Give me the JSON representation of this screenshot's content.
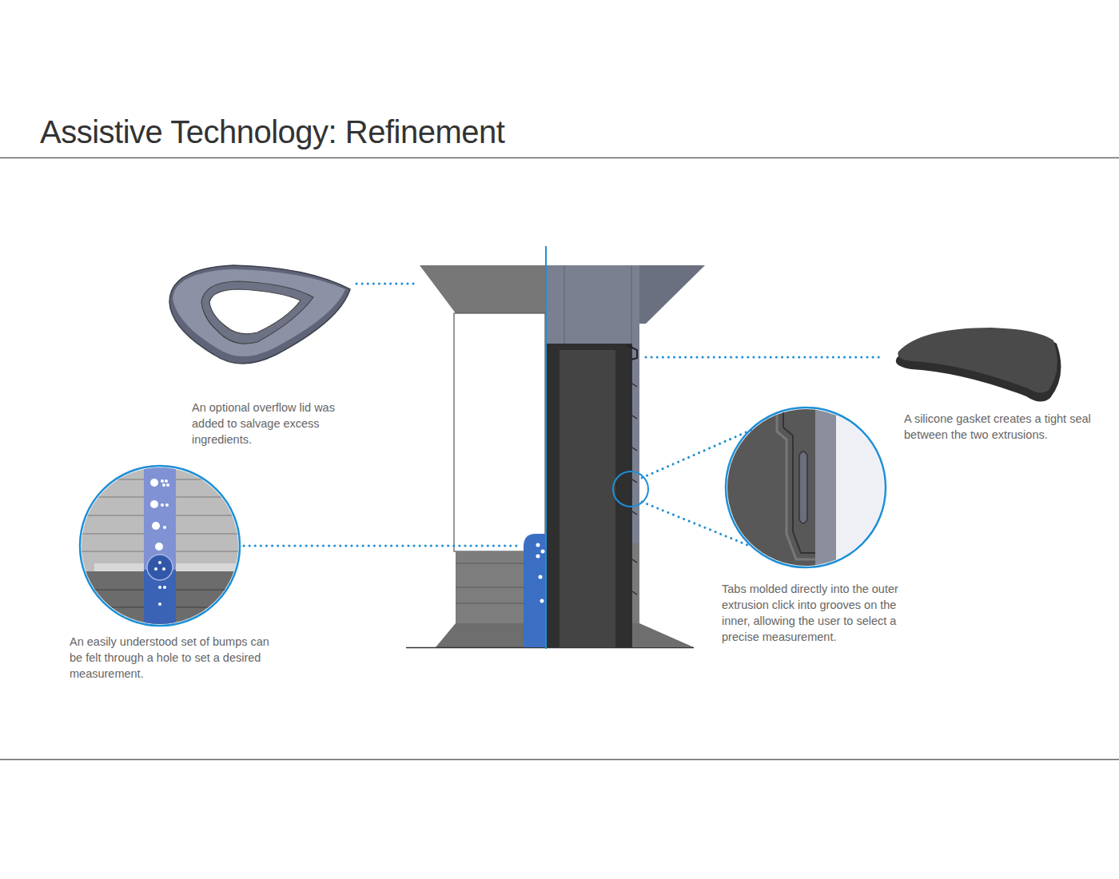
{
  "diagram": {
    "title": "Assistive Technology: Refinement",
    "labels": [
      "An optional overflow lid was added to salvage excess ingredients.",
      "A silicone gasket creates a tight seal between the two extrusions.",
      "An easily understood set of bumps can be felt through a hole to set a desired measurement.",
      "Tabs molded directly into the outer extrusion click into grooves on the inner, allowing the user to select a precise measurement."
    ]
  }
}
